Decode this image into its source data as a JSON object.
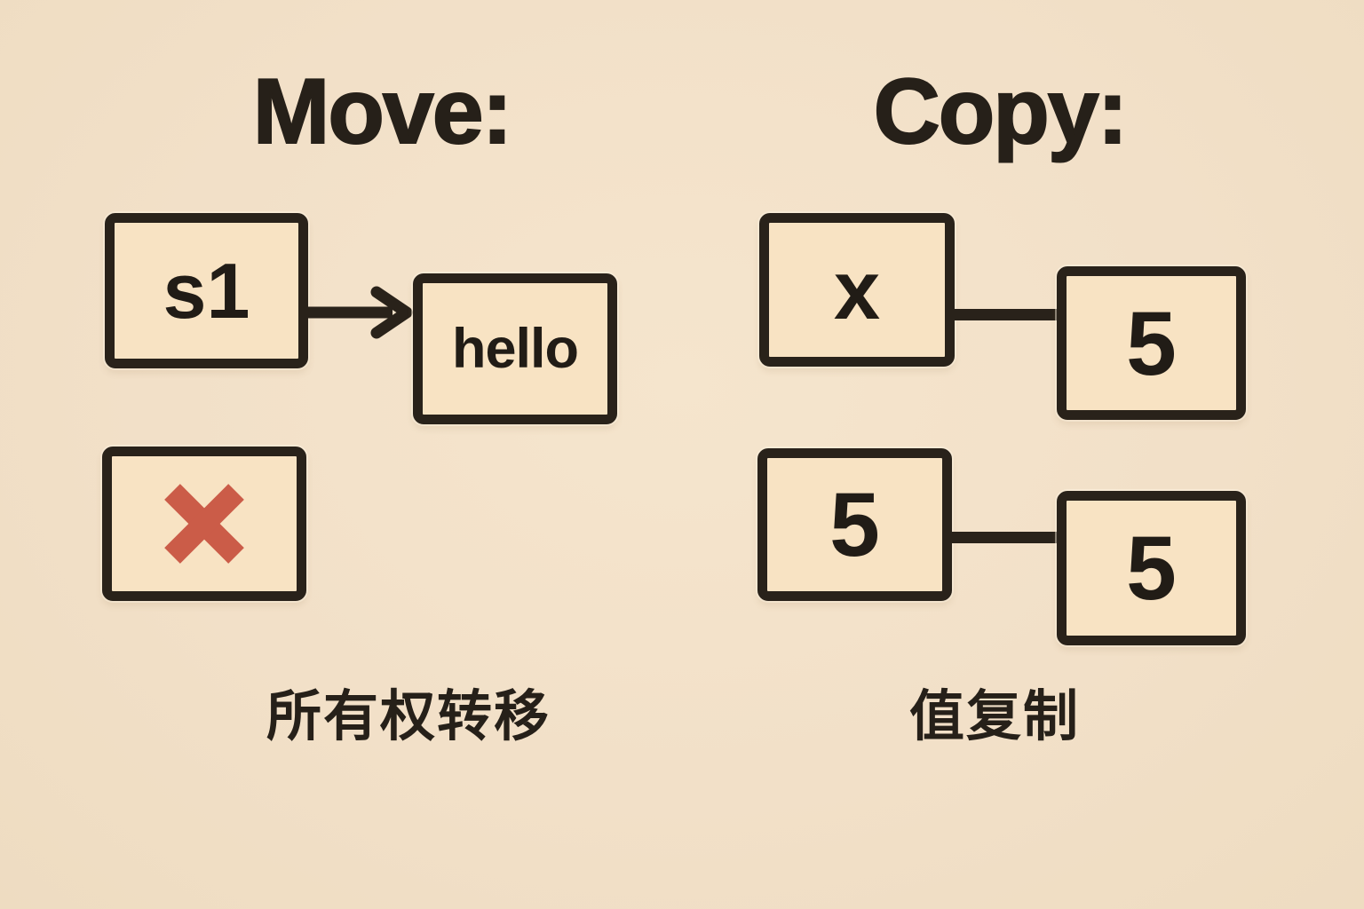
{
  "colors": {
    "background": "#f2e0c8",
    "box_fill": "#f8e3c3",
    "ink": "#262019",
    "error_red": "#cb5c48"
  },
  "move": {
    "title": "Move:",
    "source_label": "s1",
    "target_label": "hello",
    "invalid_icon": "x-mark-icon",
    "caption": "所有权转移"
  },
  "copy": {
    "title": "Copy:",
    "source_label": "x",
    "target_label": "5",
    "source2_label": "5",
    "target2_label": "5",
    "caption": "值复制"
  }
}
